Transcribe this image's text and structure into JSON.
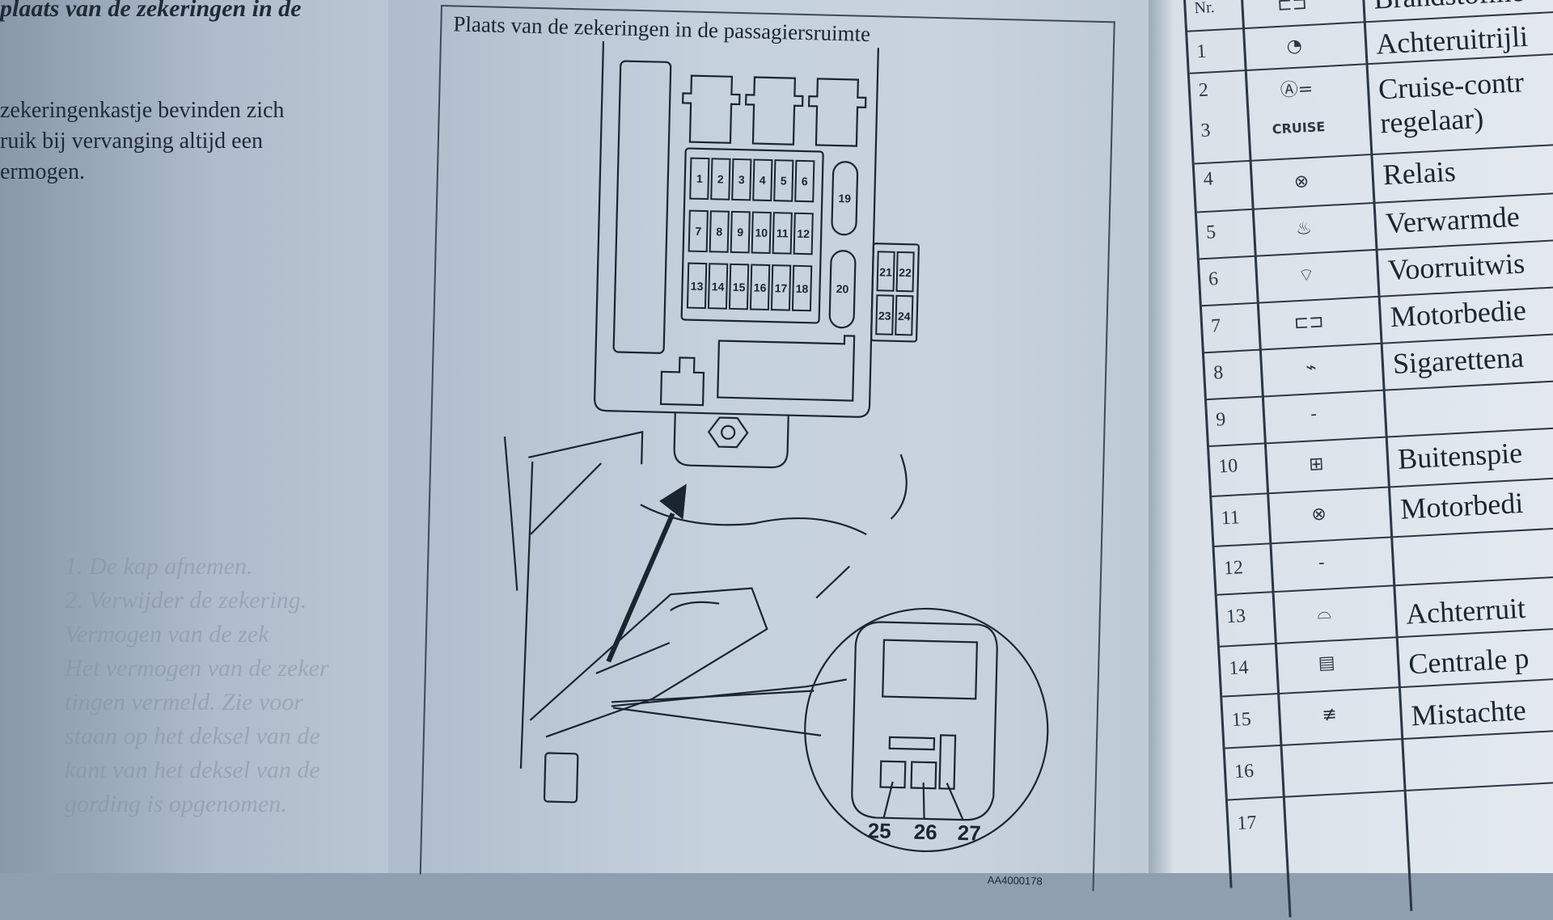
{
  "left_page": {
    "heading": "plaats van de zekeringen in de",
    "body_lines": [
      "zekeringenkastje bevinden zich",
      "ruik bij vervanging altijd een",
      "ermogen."
    ],
    "ghost_lines": [
      "1. De kap afnemen.",
      "2. Verwijder de zekering.",
      "Vermogen van de zek",
      "Het vermogen van de zeker",
      "tingen vermeld. Zie voor",
      "staan op het deksel van de",
      "kant van het deksel van de",
      "gording is opgenomen."
    ]
  },
  "diagram": {
    "title": "Plaats van de zekeringen in de passagiersruimte",
    "fuse_numbers_row1": [
      "1",
      "2",
      "3",
      "4",
      "5",
      "6"
    ],
    "fuse_numbers_row2": [
      "7",
      "8",
      "9",
      "10",
      "11",
      "12"
    ],
    "fuse_numbers_row3": [
      "13",
      "14",
      "15",
      "16",
      "17",
      "18"
    ],
    "large_fuses": [
      "19",
      "20"
    ],
    "side_fuses": [
      "21",
      "22",
      "23",
      "24"
    ],
    "callouts": [
      "25",
      "26",
      "27"
    ],
    "figure_code": "AA4000178"
  },
  "fuse_table": {
    "header_nr": "Nr.",
    "rows": [
      {
        "nr": "1",
        "icon": "engine-icon",
        "icon_glyph": "⊏⊐",
        "desc": "Brandstofme"
      },
      {
        "nr": "2",
        "icon": "gauge-icon",
        "icon_glyph": "◔",
        "desc": "Achteruitrijli"
      },
      {
        "nr": "3",
        "icon": "cruise-control-icon",
        "icon_glyph": "Ⓐ=",
        "desc": "Cruise-contr",
        "desc2": "regelaar)",
        "icon2": "CRUISE"
      },
      {
        "nr": "4",
        "icon": "relay-icon",
        "icon_glyph": "⊗",
        "desc": "Relais"
      },
      {
        "nr": "5",
        "icon": "seat-heater-icon",
        "icon_glyph": "♨",
        "desc": "Verwarmde"
      },
      {
        "nr": "6",
        "icon": "windshield-wiper-icon",
        "icon_glyph": "⌔",
        "desc": "Voorruitwis"
      },
      {
        "nr": "7",
        "icon": "engine-icon",
        "icon_glyph": "⊏⊐",
        "desc": "Motorbedie"
      },
      {
        "nr": "8",
        "icon": "cigarette-lighter-icon",
        "icon_glyph": "⌁",
        "desc": "Sigarettena"
      },
      {
        "nr": "9",
        "icon": "none",
        "icon_glyph": "-",
        "desc": ""
      },
      {
        "nr": "10",
        "icon": "mirror-icon",
        "icon_glyph": "⊞",
        "desc": "Buitenspie"
      },
      {
        "nr": "11",
        "icon": "relay-icon",
        "icon_glyph": "⊗",
        "desc": "Motorbedi"
      },
      {
        "nr": "12",
        "icon": "none",
        "icon_glyph": "-",
        "desc": ""
      },
      {
        "nr": "13",
        "icon": "rear-wiper-icon",
        "icon_glyph": "⌓",
        "desc": "Achterruit"
      },
      {
        "nr": "14",
        "icon": "door-lock-icon",
        "icon_glyph": "▤",
        "desc": "Centrale p"
      },
      {
        "nr": "15",
        "icon": "fog-light-icon",
        "icon_glyph": "≢",
        "desc": "Mistachte"
      },
      {
        "nr": "16",
        "icon": "none",
        "icon_glyph": "",
        "desc": ""
      },
      {
        "nr": "17",
        "icon": "none",
        "icon_glyph": "",
        "desc": ""
      }
    ]
  }
}
